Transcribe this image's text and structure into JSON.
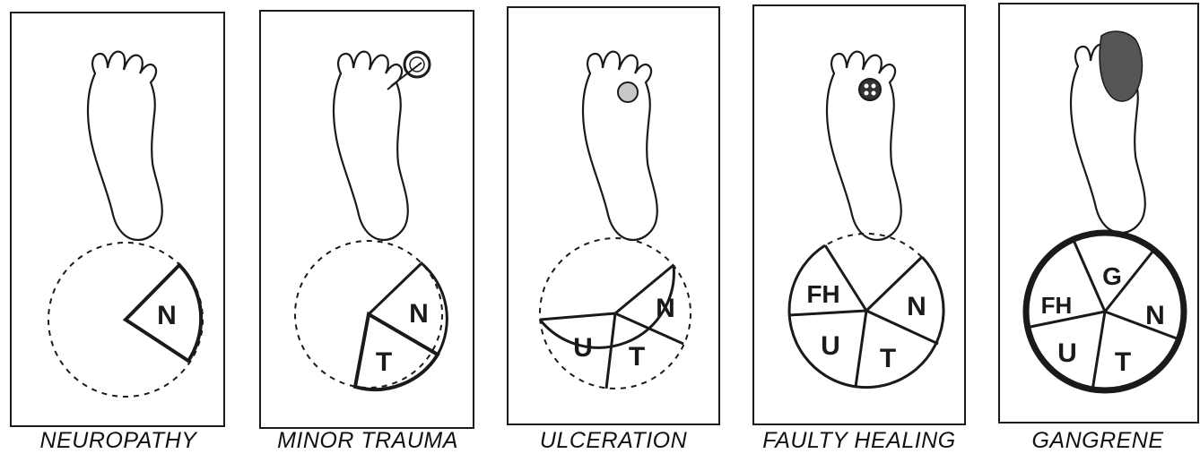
{
  "figure": {
    "panels": [
      {
        "label": "NEUROPATHY",
        "segments": [
          "N"
        ]
      },
      {
        "label": "MINOR TRAUMA",
        "segments": [
          "N",
          "T"
        ]
      },
      {
        "label": "ULCERATION",
        "segments": [
          "N",
          "T",
          "U"
        ]
      },
      {
        "label": "FAULTY HEALING",
        "segments": [
          "N",
          "T",
          "U",
          "FH"
        ]
      },
      {
        "label": "GANGRENE",
        "segments": [
          "N",
          "T",
          "U",
          "FH",
          "G"
        ]
      }
    ],
    "foot_markers": [
      "none",
      "puncture-icon",
      "ulcer-spot-icon",
      "faulty-healing-spot-icon",
      "gangrene-shading"
    ],
    "colors": {
      "ink": "#1a1a1a",
      "paper": "#ffffff",
      "gangrene": "#555555"
    }
  }
}
